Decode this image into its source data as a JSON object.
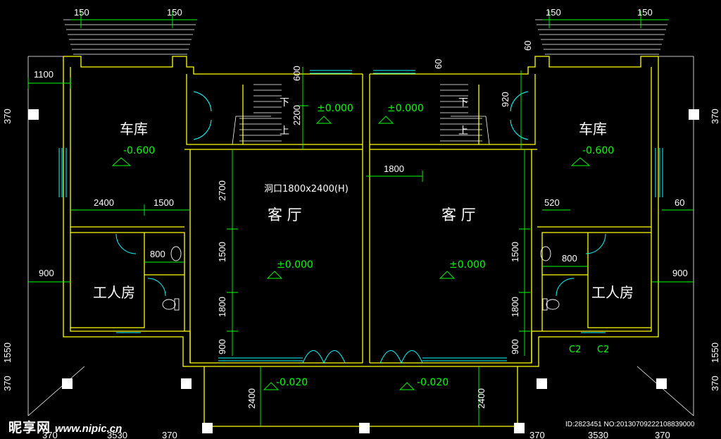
{
  "rooms": {
    "garage": "车库",
    "living": "客 厅",
    "servant": "工人房"
  },
  "levels": {
    "garage": "-0.600",
    "floor": "±0.000",
    "porch": "-0.020"
  },
  "stair": {
    "down": "下",
    "up": "上"
  },
  "opening_label": "洞口1800x2400(H)",
  "window_tags": [
    "C2",
    "C2"
  ],
  "dims": {
    "d150": "150",
    "d1100": "1100",
    "d370": "370",
    "d600": "600",
    "d2200": "2200",
    "d60": "60",
    "d920": "920",
    "d2700": "2700",
    "d1800": "1800",
    "d1500": "1500",
    "d2400": "2400",
    "d520": "520",
    "d800": "800",
    "d900": "900",
    "d1550": "1550",
    "d3530": "3530"
  },
  "watermark": {
    "brand": "昵享网",
    "site": "www.nipic.cn"
  },
  "image_id": "ID:2823451 NO:20130709222108839000",
  "colors": {
    "wall": "#ffff00",
    "dim": "#00ff00",
    "thin": "#ffffff",
    "window": "#00ffff",
    "door": "#00ffff",
    "text": "#ffffff",
    "level": "#00ff00"
  }
}
